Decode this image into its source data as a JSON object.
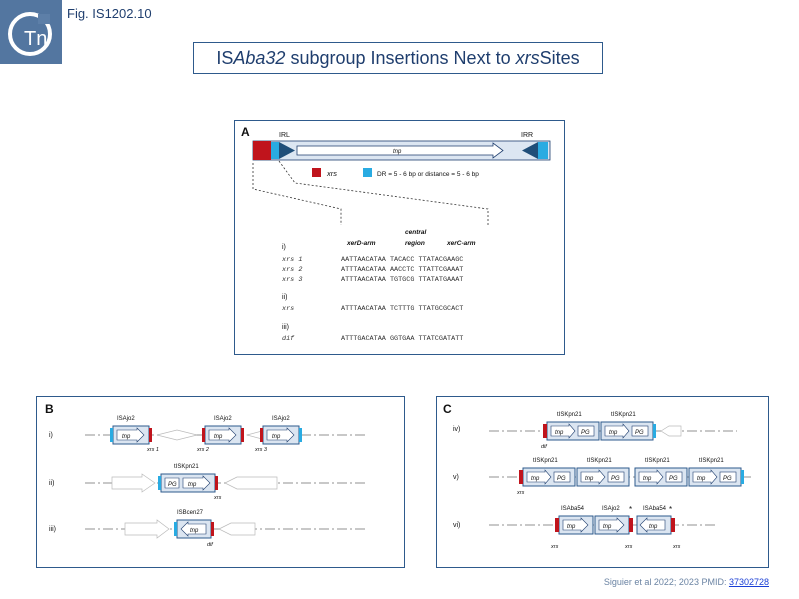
{
  "figure_label": "Fig. IS1202.10",
  "logo_text": "Tn",
  "title": {
    "prefix": "IS",
    "italic1": "Aba32",
    "middle": " subgroup Insertions Next to ",
    "italic2": "xrs",
    "suffix": " Sites"
  },
  "panel_a": {
    "letter": "A",
    "irl_label": "IRL",
    "irr_label": "IRR",
    "tnp_label": "tnp",
    "legend_xrs": "xrs",
    "legend_dr": "DR = 5 - 6  bp or distance = 5 - 6 bp",
    "col_headers": {
      "xerd": "xerD-arm",
      "central_top": "central",
      "central_bottom": "region",
      "xerc": "xerC-arm"
    },
    "section_i": "i)",
    "section_ii": "ii)",
    "section_iii": "iii)",
    "rows_i": [
      {
        "name": "xrs 1",
        "seq": "AATTAACATAA TACACC TTATACGAAGC"
      },
      {
        "name": "xrs 2",
        "seq": "ATTTAACATAA AACCTC TTATTCGAAAT"
      },
      {
        "name": "xrs 3",
        "seq": "ATTTAACATAA TGTGCG TTATATGAAAT"
      }
    ],
    "row_ii": {
      "name": "xrs",
      "seq": "ATTTAACATAA TCTTTG TTATGCGCACT"
    },
    "row_iii": {
      "name": "dif",
      "seq": "ATTTGACATAA GGTGAA TTATCGATATT"
    }
  },
  "panel_b": {
    "letter": "B",
    "rows": [
      {
        "label": "i)",
        "names": [
          "ISAjo2",
          "ISAjo2",
          "ISAjo2"
        ],
        "sites": [
          "xrs 1",
          "xrs 2",
          "xrs 3"
        ]
      },
      {
        "label": "ii)",
        "names": [
          "tISKpn21"
        ],
        "sites": [
          "xrs"
        ]
      },
      {
        "label": "iii)",
        "names": [
          "ISBcen27"
        ],
        "sites": [
          "dif"
        ]
      }
    ],
    "gene_tnp": "tnp",
    "gene_pg": "PG"
  },
  "panel_c": {
    "letter": "C",
    "rows": [
      {
        "label": "iv)",
        "names": [
          "tISKpn21",
          "tISKpn21"
        ],
        "sites": [
          "dif"
        ]
      },
      {
        "label": "v)",
        "names": [
          "tISKpn21",
          "tISKpn21",
          "tISKpn21",
          "tISKpn21"
        ],
        "sites": [
          "xrs"
        ]
      },
      {
        "label": "vi)",
        "names": [
          "ISAba54",
          "ISAjo2",
          "ISAba54"
        ],
        "sites": [
          "xrs",
          "xrs",
          "xrs"
        ]
      }
    ],
    "gene_tnp": "tnp",
    "gene_pg": "PG",
    "star": "*"
  },
  "citation_text": "Siguier et al 2022; 2023 PMID: ",
  "citation_link": "37302728",
  "colors": {
    "frame": "#2e5a8c",
    "xrs_red": "#c0141c",
    "dr_cyan": "#29abe2",
    "ir_blue": "#1f4e79",
    "is_fill": "#dbe5f1",
    "arrow_fill": "#dce6f2"
  }
}
